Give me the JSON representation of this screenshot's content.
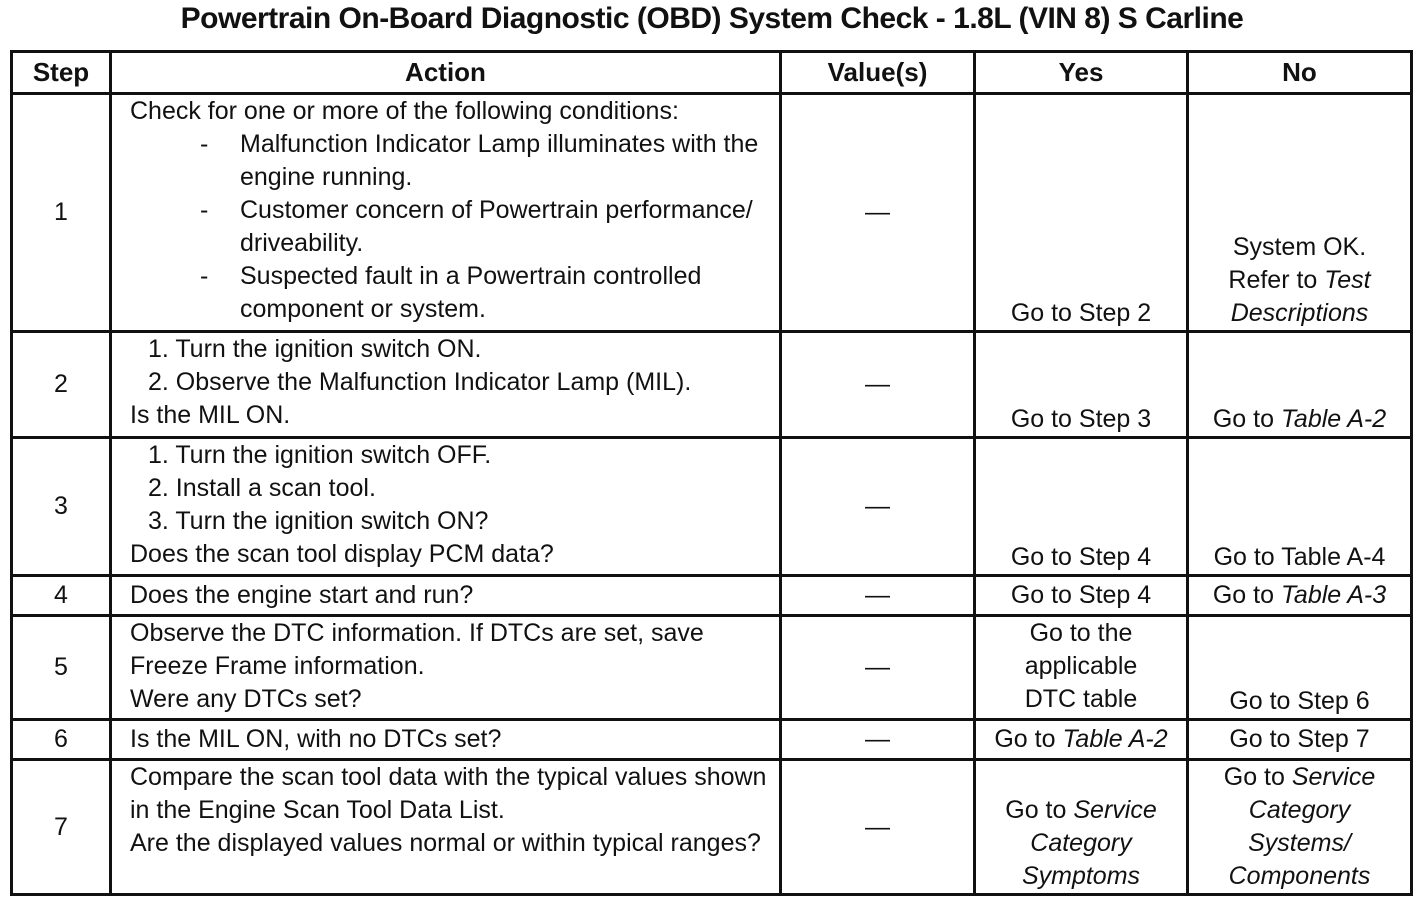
{
  "title": "Powertrain On-Board Diagnostic (OBD) System Check - 1.8L (VIN 8) S Carline",
  "headers": {
    "step": "Step",
    "action": "Action",
    "values": "Value(s)",
    "yes": "Yes",
    "no": "No"
  },
  "dash": "—",
  "rows": [
    {
      "step": "1",
      "intro": "Check for one or more of the following conditions:",
      "bullets": [
        {
          "mark": "-",
          "text": "Malfunction Indicator Lamp illuminates with the engine running."
        },
        {
          "mark": "-",
          "text": "Customer concern of Powertrain performance/ driveability."
        },
        {
          "mark": "-",
          "text": "Suspected fault in a Powertrain controlled component or system."
        }
      ],
      "values": "—",
      "yes": "Go to Step 2",
      "no_line1": "System OK.",
      "no_prefix": "Refer to ",
      "no_italic": "Test Descriptions"
    },
    {
      "step": "2",
      "items": [
        "1. Turn the ignition switch ON.",
        "2. Observe the Malfunction Indicator Lamp (MIL)."
      ],
      "question": "Is the MIL ON.",
      "values": "—",
      "yes": "Go to Step 3",
      "no_prefix": "Go to ",
      "no_italic": "Table A-2"
    },
    {
      "step": "3",
      "items": [
        "1. Turn the ignition switch OFF.",
        "2. Install a scan tool.",
        "3. Turn the ignition switch ON?"
      ],
      "question": "Does the scan tool display PCM data?",
      "values": "—",
      "yes": "Go to Step 4",
      "no": "Go to Table A-4"
    },
    {
      "step": "4",
      "action": "Does the engine start and run?",
      "values": "—",
      "yes": "Go to Step 4",
      "no_prefix": "Go to ",
      "no_italic": "Table A-3"
    },
    {
      "step": "5",
      "action": "Observe the DTC information. If DTCs are set, save Freeze Frame information.",
      "question": "Were any DTCs set?",
      "values": "—",
      "yes": "Go to the applicable DTC table",
      "no": "Go to Step 6"
    },
    {
      "step": "6",
      "action": "Is the MIL ON, with no DTCs set?",
      "values": "—",
      "yes_prefix": "Go to ",
      "yes_italic": "Table A-2",
      "no": "Go to Step 7"
    },
    {
      "step": "7",
      "action": "Compare the scan tool data with the typical values shown in the Engine Scan Tool Data List.",
      "question": "Are the displayed values normal or within typical ranges?",
      "values": "—",
      "yes_prefix": "Go to ",
      "yes_italic": "Service Category Symptoms",
      "no_prefix": "Go to ",
      "no_italic": "Service Category Systems/ Components"
    }
  ]
}
